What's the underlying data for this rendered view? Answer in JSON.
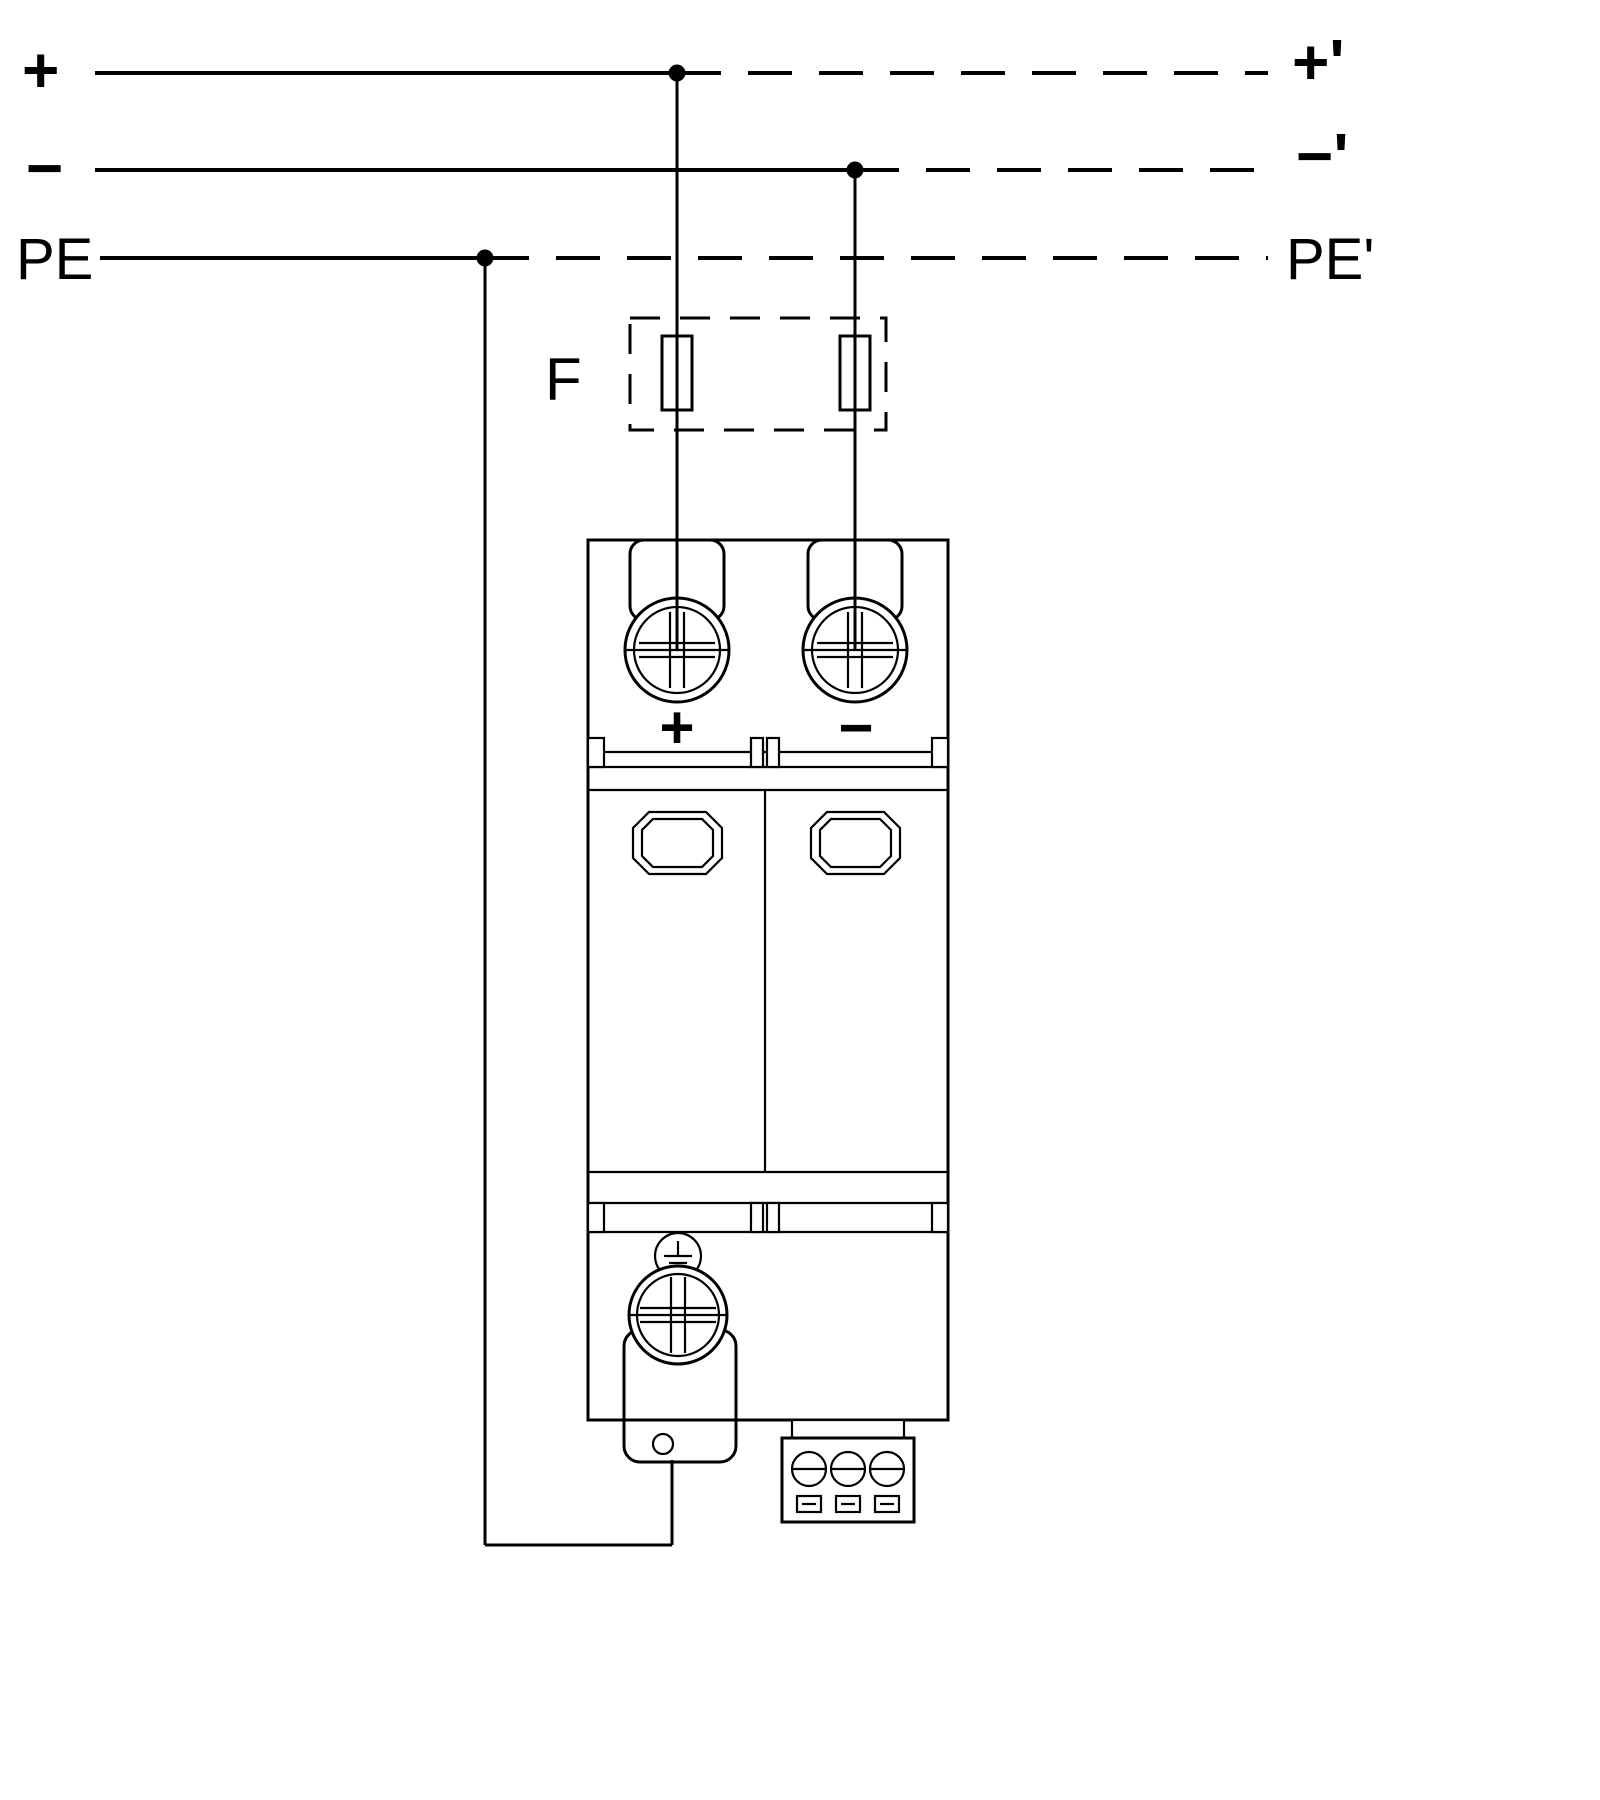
{
  "diagram": {
    "input_labels": {
      "plus": "+",
      "minus": "−",
      "pe": "PE"
    },
    "output_labels": {
      "plus": "+'",
      "minus": "−'",
      "pe": "PE'"
    },
    "fuse_label": "F",
    "device_labels": {
      "plus": "+",
      "minus": "−"
    },
    "colors": {
      "line": "#000000",
      "background": "#ffffff"
    }
  }
}
